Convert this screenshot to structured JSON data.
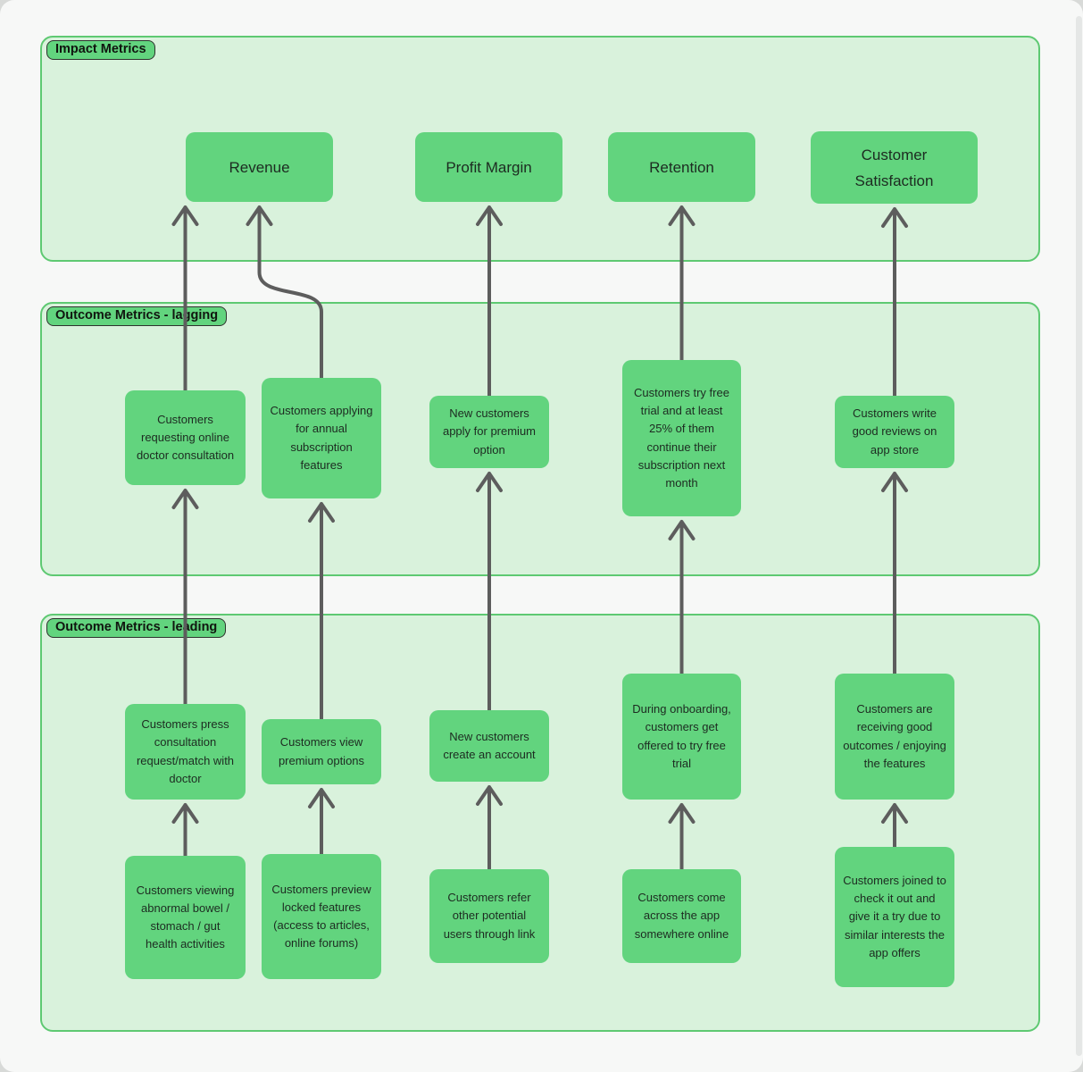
{
  "colors": {
    "outer_background": "#d8dad8",
    "page_background": "#f7f8f7",
    "section_fill": "#d9f2dc",
    "section_border": "#5ec972",
    "node_fill": "#62d47e",
    "node_text": "#1d2b21",
    "badge_border": "#2e332e",
    "arrow": "#5d5d5d"
  },
  "sections": [
    {
      "id": "impact",
      "label": "Impact Metrics"
    },
    {
      "id": "lagging",
      "label": "Outcome Metrics - lagging"
    },
    {
      "id": "leading",
      "label": "Outcome Metrics - leading"
    }
  ],
  "nodes": [
    {
      "id": "revenue",
      "section": "impact",
      "label": "Revenue"
    },
    {
      "id": "profit-margin",
      "section": "impact",
      "label": "Profit Margin"
    },
    {
      "id": "retention",
      "section": "impact",
      "label": "Retention"
    },
    {
      "id": "customer-satisfaction",
      "section": "impact",
      "label": "Customer Satisfaction"
    },
    {
      "id": "lag-consultation",
      "section": "lagging",
      "label": "Customers requesting online doctor consultation"
    },
    {
      "id": "lag-annual",
      "section": "lagging",
      "label": "Customers applying for annual subscription features"
    },
    {
      "id": "lag-premium",
      "section": "lagging",
      "label": "New customers apply for premium option"
    },
    {
      "id": "lag-free-trial",
      "section": "lagging",
      "label": "Customers try free trial and at least 25% of them continue their subscription next month"
    },
    {
      "id": "lag-reviews",
      "section": "lagging",
      "label": "Customers write good reviews on app store"
    },
    {
      "id": "lead-consult-press",
      "section": "leading",
      "label": "Customers press consultation request/match with doctor"
    },
    {
      "id": "lead-view-premium",
      "section": "leading",
      "label": "Customers view premium options"
    },
    {
      "id": "lead-create-account",
      "section": "leading",
      "label": "New customers create an account"
    },
    {
      "id": "lead-onboarding-trial",
      "section": "leading",
      "label": "During onboarding, customers get offered to try free trial"
    },
    {
      "id": "lead-good-outcomes",
      "section": "leading",
      "label": "Customers are receiving good outcomes / enjoying the features"
    },
    {
      "id": "lead-viewing-health",
      "section": "leading",
      "label": "Customers viewing abnormal bowel / stomach / gut health activities"
    },
    {
      "id": "lead-preview-locked",
      "section": "leading",
      "label": "Customers preview locked features (access to articles, online forums)"
    },
    {
      "id": "lead-refer-link",
      "section": "leading",
      "label": "Customers refer other potential users through link"
    },
    {
      "id": "lead-found-online",
      "section": "leading",
      "label": "Customers come across the app somewhere online"
    },
    {
      "id": "lead-similar-interests",
      "section": "leading",
      "label": "Customers joined to check it out and give it a try due to similar interests the app offers"
    }
  ],
  "edges": [
    {
      "from": "lag-consultation",
      "to": "revenue",
      "style": "straight"
    },
    {
      "from": "lag-annual",
      "to": "revenue",
      "style": "s-curve"
    },
    {
      "from": "lag-premium",
      "to": "profit-margin",
      "style": "straight"
    },
    {
      "from": "lag-free-trial",
      "to": "retention",
      "style": "straight"
    },
    {
      "from": "lag-reviews",
      "to": "customer-satisfaction",
      "style": "straight"
    },
    {
      "from": "lead-consult-press",
      "to": "lag-consultation",
      "style": "straight"
    },
    {
      "from": "lead-view-premium",
      "to": "lag-annual",
      "style": "straight"
    },
    {
      "from": "lead-create-account",
      "to": "lag-premium",
      "style": "straight"
    },
    {
      "from": "lead-onboarding-trial",
      "to": "lag-free-trial",
      "style": "straight"
    },
    {
      "from": "lead-good-outcomes",
      "to": "lag-reviews",
      "style": "straight"
    },
    {
      "from": "lead-viewing-health",
      "to": "lead-consult-press",
      "style": "straight"
    },
    {
      "from": "lead-preview-locked",
      "to": "lead-view-premium",
      "style": "straight"
    },
    {
      "from": "lead-refer-link",
      "to": "lead-create-account",
      "style": "straight"
    },
    {
      "from": "lead-found-online",
      "to": "lead-onboarding-trial",
      "style": "straight"
    },
    {
      "from": "lead-similar-interests",
      "to": "lead-good-outcomes",
      "style": "straight"
    }
  ]
}
